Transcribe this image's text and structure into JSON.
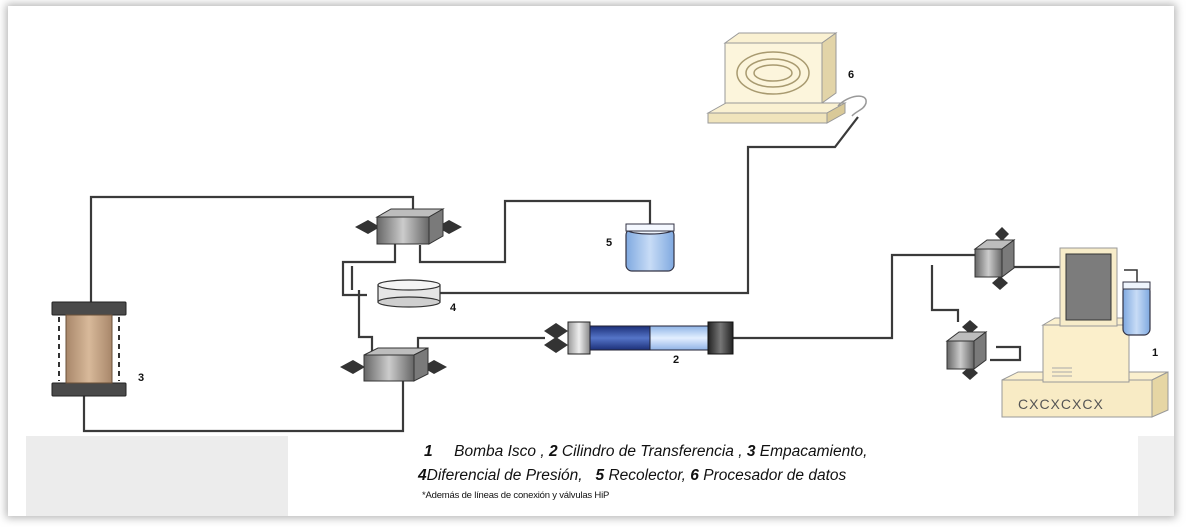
{
  "labels": {
    "n1": "1",
    "n2": "2",
    "n3": "3",
    "n4": "4",
    "n5": "5",
    "n6": "6"
  },
  "caption": {
    "line1": [
      {
        "num": "1",
        "text": "Bomba Isco ,"
      },
      {
        "num": "2",
        "text": "Cilindro de Transferencia ,"
      },
      {
        "num": "3",
        "text": "Empacamiento,"
      }
    ],
    "line2": [
      {
        "num": "4",
        "text": "Diferencial de Presión,"
      },
      {
        "num": "5",
        "text": "Recolector,"
      },
      {
        "num": "6",
        "text": "Procesador de datos"
      }
    ],
    "note": "*Además de líneas de conexión y válvulas HiP"
  },
  "colors": {
    "line": "#3a3a3a",
    "core": "#c9a888",
    "endcap": "#555555",
    "tube_dark": "#2f4a9e",
    "tube_light": "#b4cfee",
    "collector": "#9fc3ee",
    "pump_body": "#f5e8c4",
    "valve": "#8a8a8a"
  }
}
